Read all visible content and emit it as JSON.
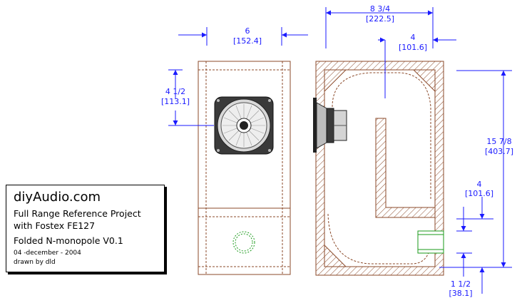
{
  "title_block": {
    "brand": "diyAudio.com",
    "line1": "Full Range Reference Project",
    "line2": "with Fostex FE127",
    "line3": "Folded N-monopole V0.1",
    "date": "04 -december - 2004",
    "author": "drawn by dld"
  },
  "dimensions": {
    "front_width": {
      "inch": "6",
      "mm": "[152.4]"
    },
    "driver_height": {
      "inch": "4 1/2",
      "mm": "[113.1]"
    },
    "side_depth": {
      "inch": "8 3/4",
      "mm": "[222.5]"
    },
    "rear_offset": {
      "inch": "4",
      "mm": "[101.6]"
    },
    "total_height": {
      "inch": "15 7/8",
      "mm": "[403.7]"
    },
    "port_height": {
      "inch": "4",
      "mm": "[101.6]"
    },
    "port_bottom": {
      "inch": "1 1/2",
      "mm": "[38.1]"
    }
  },
  "colors": {
    "wood": "#8b4a2a",
    "dimension": "#1a1aff",
    "port": "#1a9a1a",
    "driver": "#333333"
  }
}
